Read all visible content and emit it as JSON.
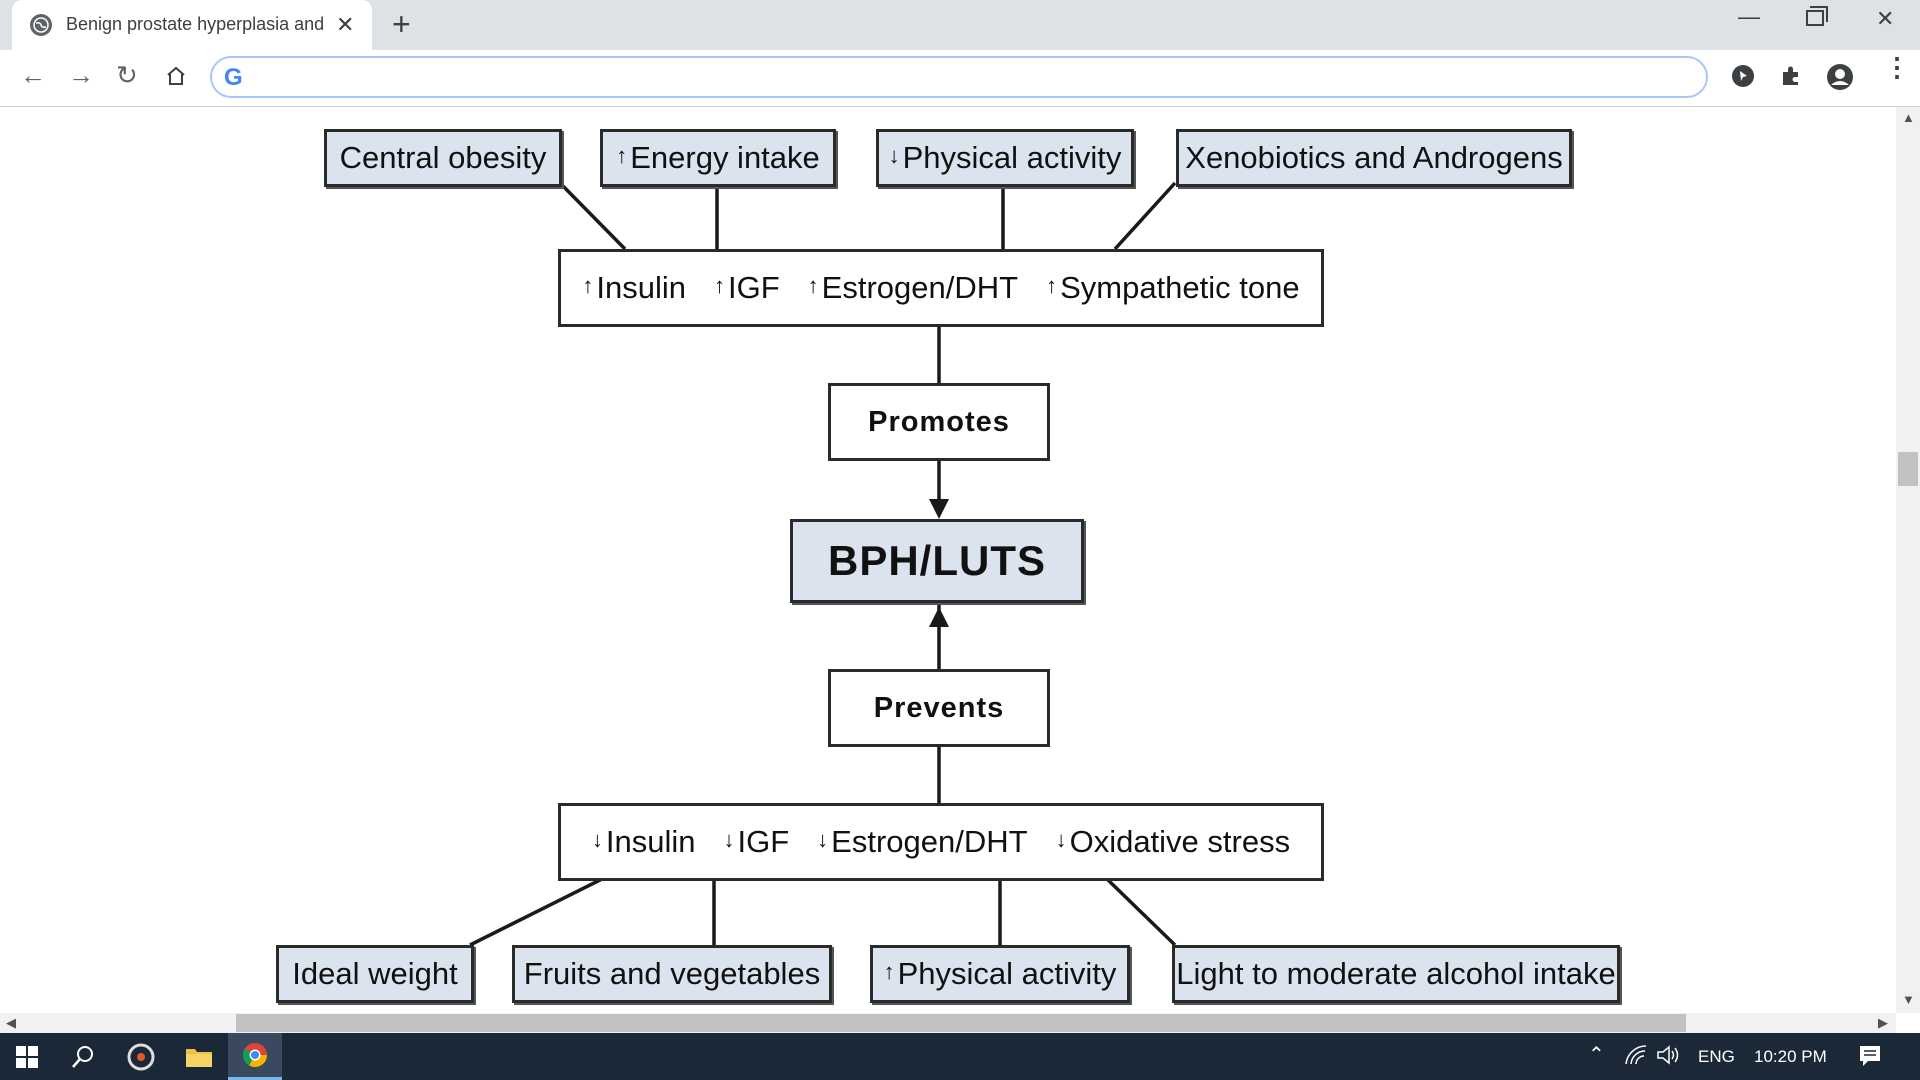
{
  "browser": {
    "tab_title": "Benign prostate hyperplasia and",
    "new_tab_symbol": "+",
    "close_symbol": "✕",
    "omnibox_value": ""
  },
  "diagram": {
    "top_factors": [
      {
        "arrow": "",
        "text": "Central obesity"
      },
      {
        "arrow": "↑",
        "text": "Energy intake"
      },
      {
        "arrow": "↓",
        "text": "Physical activity"
      },
      {
        "arrow": "",
        "text": "Xenobiotics and Androgens"
      }
    ],
    "promote_effects": [
      {
        "arrow": "↑",
        "text": "Insulin"
      },
      {
        "arrow": "↑",
        "text": "IGF"
      },
      {
        "arrow": "↑",
        "text": "Estrogen/DHT"
      },
      {
        "arrow": "↑",
        "text": "Sympathetic tone"
      }
    ],
    "promotes_label": "Promotes",
    "center_label": "BPH/LUTS",
    "prevents_label": "Prevents",
    "prevent_effects": [
      {
        "arrow": "↓",
        "text": "Insulin"
      },
      {
        "arrow": "↓",
        "text": "IGF"
      },
      {
        "arrow": "↓",
        "text": "Estrogen/DHT"
      },
      {
        "arrow": "↓",
        "text": "Oxidative stress"
      }
    ],
    "bottom_factors": [
      {
        "arrow": "",
        "text": "Ideal weight"
      },
      {
        "arrow": "",
        "text": "Fruits and vegetables"
      },
      {
        "arrow": "↑",
        "text": "Physical activity"
      },
      {
        "arrow": "",
        "text": "Light to moderate alcohol intake"
      }
    ]
  },
  "taskbar": {
    "language": "ENG",
    "time": "10:20 PM"
  }
}
